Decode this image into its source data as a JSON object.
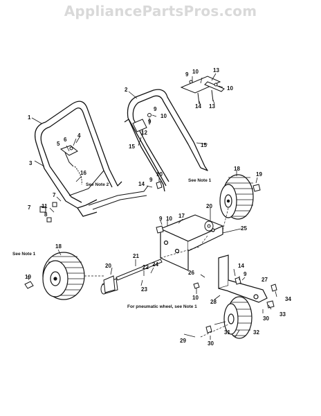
{
  "watermark": "AppliancePartsPros.com",
  "notes": {
    "note2": "See Note 2",
    "note1_right": "See Note 1",
    "note1_left": "See Note 1",
    "pneumatic": "For pneumatic wheel, see Note 1"
  },
  "callouts": {
    "c1": "1",
    "c2": "2",
    "c3": "3",
    "c4": "4",
    "c5": "5",
    "c6": "6",
    "c7a": "7",
    "c7b": "7",
    "c8": "8",
    "c9a": "9",
    "c9b": "9",
    "c9c": "9",
    "c9d": "9",
    "c10a": "10",
    "c10b": "10",
    "c10c": "10",
    "c10d": "10",
    "c10e": "10",
    "c11": "11",
    "c12": "12",
    "c13a": "13",
    "c13b": "13",
    "c14a": "14",
    "c14b": "14",
    "c14c": "14",
    "c15a": "15",
    "c15b": "15",
    "c16": "16",
    "c17": "17",
    "c18a": "18",
    "c18b": "18",
    "c19a": "19",
    "c19b": "19",
    "c20a": "20",
    "c20b": "20",
    "c21": "21",
    "c22": "22",
    "c23": "23",
    "c24": "24",
    "c25": "25",
    "c26": "26",
    "c27": "27",
    "c28": "28",
    "c29": "29",
    "c30a": "30",
    "c30b": "30",
    "c31": "31",
    "c32": "32",
    "c33": "33",
    "c34": "34"
  }
}
